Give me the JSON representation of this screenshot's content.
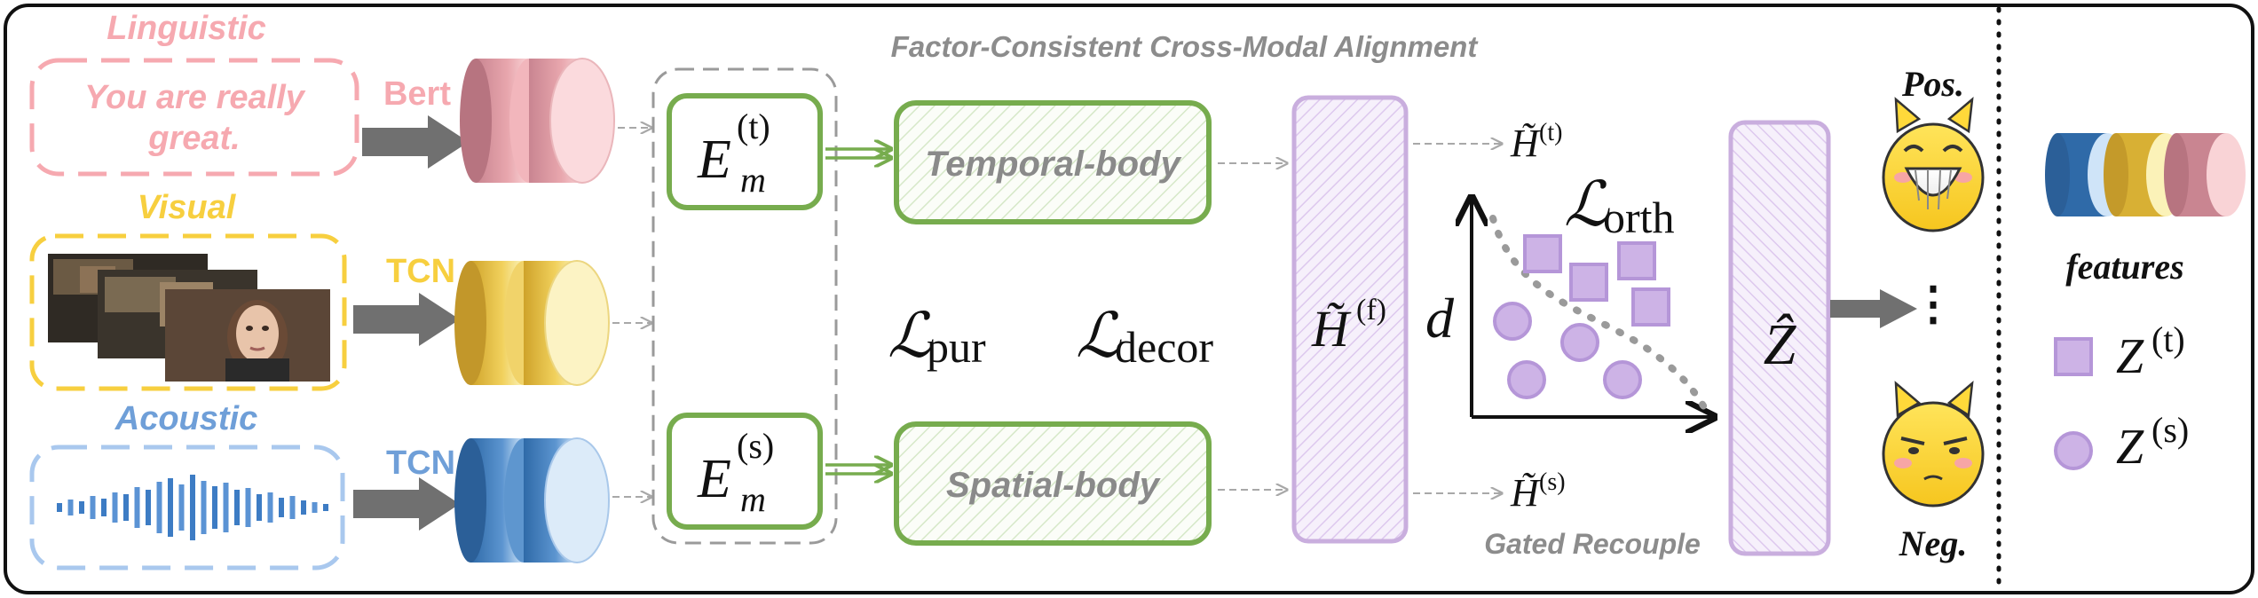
{
  "modalities": {
    "linguistic": {
      "title": "Linguistic",
      "text_line1": "You are really",
      "text_line2": "great.",
      "encoder": "Bert"
    },
    "visual": {
      "title": "Visual",
      "encoder": "TCN"
    },
    "acoustic": {
      "title": "Acoustic",
      "encoder": "TCN"
    }
  },
  "alignment_title": "Factor-Consistent Cross-Modal Alignment",
  "encoders": {
    "temporal": {
      "symbol": "E",
      "sub": "m",
      "sup": "(t)"
    },
    "spatial": {
      "symbol": "E",
      "sub": "m",
      "sup": "(s)"
    }
  },
  "bodies": {
    "temporal": "Temporal-body",
    "spatial": "Spatial-body"
  },
  "losses": {
    "pur": {
      "symbol": "ℒ",
      "sub": "pur"
    },
    "decor": {
      "symbol": "ℒ",
      "sub": "decor"
    },
    "orth": {
      "symbol": "ℒ",
      "sub": "orth"
    }
  },
  "fusion": {
    "h_f": {
      "symbol": "H̃",
      "sup": "(f)"
    },
    "h_t": {
      "symbol": "H̃",
      "sup": "(t)"
    },
    "h_s": {
      "symbol": "H̃",
      "sup": "(s)"
    },
    "axis_label": "d",
    "gated_label": "Gated Recouple",
    "z_hat": "Ẑ"
  },
  "outputs": {
    "pos": "Pos.",
    "neg": "Neg.",
    "dots": "⋮"
  },
  "legend": {
    "title": "features",
    "temporal": {
      "symbol": "Z",
      "sup": "(t)"
    },
    "spatial": {
      "symbol": "Z",
      "sup": "(s)"
    }
  },
  "colors": {
    "linguistic": "#f6a9b0",
    "visual": "#f7cf3f",
    "acoustic": "#8fb8e8",
    "green": "#77ac4e",
    "purple": "#c9aede",
    "purple_fill": "#cdb3e6"
  }
}
